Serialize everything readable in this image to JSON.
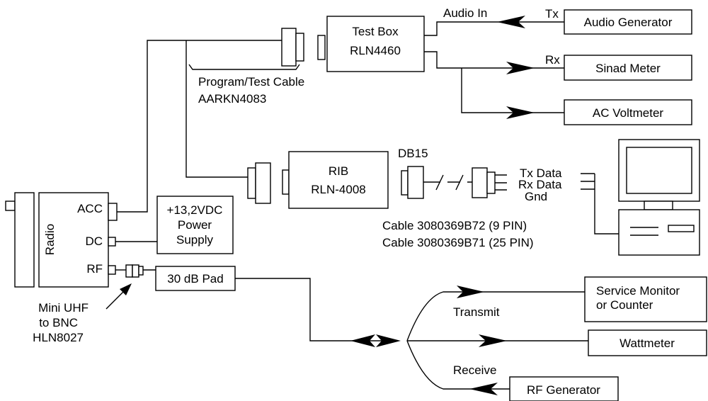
{
  "radio": {
    "title": "Radio",
    "ports": {
      "acc": "ACC",
      "dc": "DC",
      "rf": "RF"
    }
  },
  "power_supply": {
    "line1": "+13,2VDC",
    "line2": "Power",
    "line3": "Supply"
  },
  "test_box": {
    "line1": "Test Box",
    "line2": "RLN4460"
  },
  "program_cable": {
    "line1": "Program/Test Cable",
    "line2": "AARKN4083"
  },
  "rib": {
    "line1": "RIB",
    "line2": "RLN-4008"
  },
  "db15": "DB15",
  "serial_signals": [
    "Tx Data",
    "Rx Data",
    "Gnd"
  ],
  "serial_cables": [
    "Cable 3080369B72 (9 PIN)",
    "Cable 3080369B71 (25 PIN)"
  ],
  "audio_in": "Audio In",
  "tx_tag": "Tx",
  "rx_tag": "Rx",
  "audio_generator": "Audio Generator",
  "sinad_meter": "Sinad Meter",
  "ac_voltmeter": "AC Voltmeter",
  "adapter": {
    "line1": "Mini UHF",
    "line2": "to BNC",
    "line3": "HLN8027"
  },
  "pad": "30 dB Pad",
  "transmit": "Transmit",
  "receive": "Receive",
  "service_monitor": {
    "line1": "Service Monitor",
    "line2": "or Counter"
  },
  "wattmeter": "Wattmeter",
  "rf_generator": "RF Generator"
}
